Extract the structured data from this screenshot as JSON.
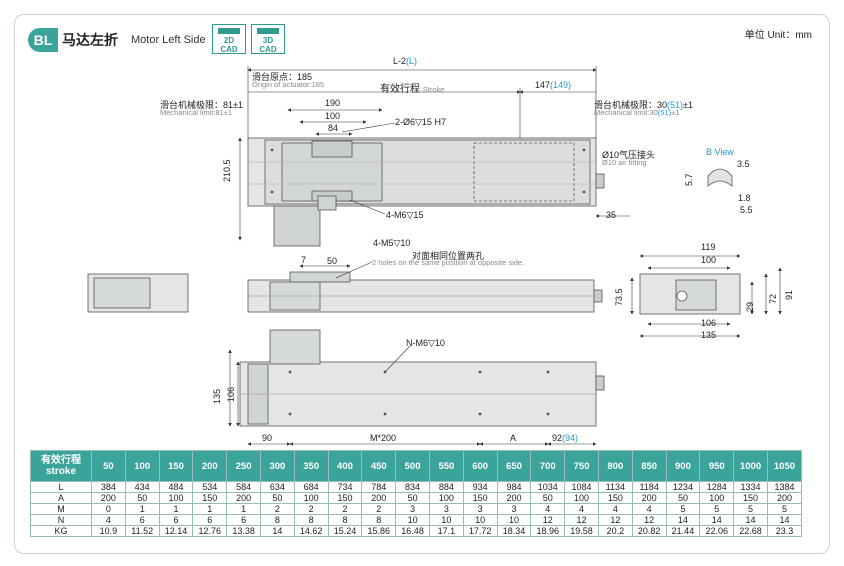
{
  "header": {
    "badge": "BL",
    "title": "马达左折",
    "subtitle": "Motor Left Side",
    "cad2d": {
      "line1": "2D",
      "line2": "CAD"
    },
    "cad3d": {
      "line1": "3D",
      "line2": "CAD"
    },
    "unit": "单位 Unit：mm"
  },
  "labels": {
    "total_len": "L-2",
    "total_len_paren": "(L)",
    "origin_cn": "滑台原点：185",
    "origin_en": "Origin of actuator:185",
    "stroke_cn": "有效行程",
    "stroke_en": "Stroke",
    "right_len": "147",
    "right_len_paren": "(149)",
    "mech_left_cn": "滑台机械极限：81±1",
    "mech_left_en": "Mechanical limit:81±1",
    "mech_right_cn": "滑台机械极限：30",
    "mech_right_paren": "(51)",
    "mech_right_tol": "±1",
    "mech_right_en": "Mechanical limit:30",
    "mech_right_en_tail": "±1",
    "d190": "190",
    "d100": "100",
    "d84": "84",
    "hole_2": "2-Ø6▽15 H7",
    "air_cn": "Ø10气压接头",
    "air_en": "Ø10 air fitting",
    "d2105": "210.5",
    "m6_4": "4-M6▽15",
    "d35": "35",
    "m5_4": "4-M5▽10",
    "same_cn": "对面相同位置两孔",
    "same_en": "2 holes on the same position at opposite side.",
    "d7": "7",
    "d50": "50",
    "bview": "B View",
    "d35b": "3.5",
    "d57": "5.7",
    "d18": "1.8",
    "d55": "5.5",
    "d119": "119",
    "d100b": "100",
    "d735": "73.5",
    "d29": "29",
    "d72": "72",
    "d91": "91",
    "d106": "106",
    "d135": "135",
    "nm6": "N-M6▽10",
    "d135v": "135",
    "d106v": "106",
    "d90": "90",
    "m200": "M*200",
    "dA": "A",
    "d92": "92",
    "d92_paren": "(94)"
  },
  "table": {
    "head_cn": "有效行程",
    "head_en": "stroke",
    "strokes": [
      "50",
      "100",
      "150",
      "200",
      "250",
      "300",
      "350",
      "400",
      "450",
      "500",
      "550",
      "600",
      "650",
      "700",
      "750",
      "800",
      "850",
      "900",
      "950",
      "1000",
      "1050"
    ],
    "rows": [
      {
        "label": "L",
        "values": [
          "384",
          "434",
          "484",
          "534",
          "584",
          "634",
          "684",
          "734",
          "784",
          "834",
          "884",
          "934",
          "984",
          "1034",
          "1084",
          "1134",
          "1184",
          "1234",
          "1284",
          "1334",
          "1384"
        ]
      },
      {
        "label": "A",
        "values": [
          "200",
          "50",
          "100",
          "150",
          "200",
          "50",
          "100",
          "150",
          "200",
          "50",
          "100",
          "150",
          "200",
          "50",
          "100",
          "150",
          "200",
          "50",
          "100",
          "150",
          "200"
        ]
      },
      {
        "label": "M",
        "values": [
          "0",
          "1",
          "1",
          "1",
          "1",
          "2",
          "2",
          "2",
          "2",
          "3",
          "3",
          "3",
          "3",
          "4",
          "4",
          "4",
          "4",
          "5",
          "5",
          "5",
          "5"
        ]
      },
      {
        "label": "N",
        "values": [
          "4",
          "6",
          "6",
          "6",
          "6",
          "8",
          "8",
          "8",
          "8",
          "10",
          "10",
          "10",
          "10",
          "12",
          "12",
          "12",
          "12",
          "14",
          "14",
          "14",
          "14"
        ]
      },
      {
        "label": "KG",
        "values": [
          "10.9",
          "11.52",
          "12.14",
          "12.76",
          "13.38",
          "14",
          "14.62",
          "15.24",
          "15.86",
          "16.48",
          "17.1",
          "17.72",
          "18.34",
          "18.96",
          "19.58",
          "20.2",
          "20.82",
          "21.44",
          "22.06",
          "22.68",
          "23.3"
        ]
      }
    ]
  }
}
